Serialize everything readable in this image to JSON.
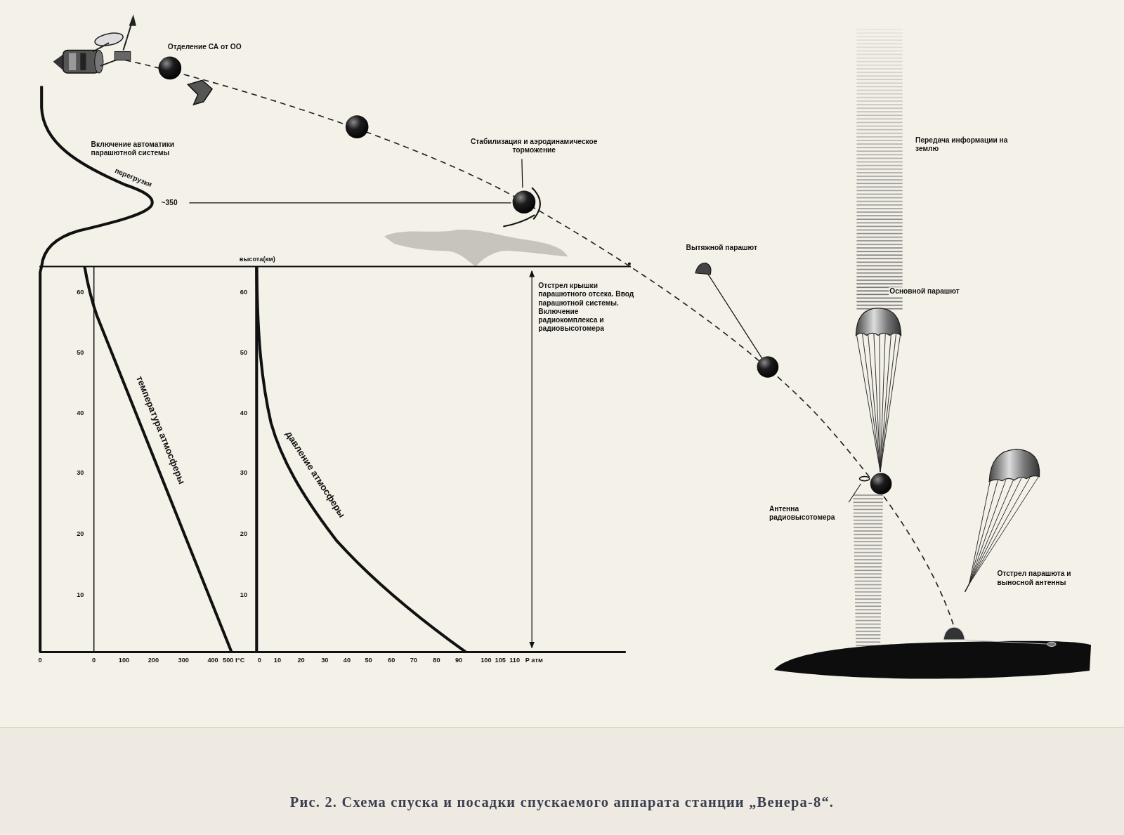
{
  "diagram": {
    "caption": "Рис. 2. Схема спуска и посадки спускаемого аппарата станции „Венера-8“.",
    "labels": [
      "Отделение СА от ОО",
      "Включение автоматики парашютной системы",
      "Стабилизация и аэродинамическое торможение",
      "Передача информации на землю",
      "перегрузки",
      "~350",
      "высота(км)",
      "Вытяжной парашют",
      "Отстрел крышки парашютного отсека. Ввод парашютной системы. Включение радиокомплекса и радиовысотомера",
      "Основной парашют",
      "60",
      "60",
      "50",
      "50",
      "40",
      "40",
      "30",
      "30",
      "20",
      "20",
      "10",
      "10",
      "температура атмосферы",
      "давление атмосферы",
      "Антенна радиовысотомера",
      "Отстрел парашюта и выносной антенны",
      "0",
      "0",
      "100",
      "200",
      "300",
      "400",
      "500 t°C",
      "0",
      "10",
      "20",
      "30",
      "40",
      "50",
      "60",
      "70",
      "80",
      "90",
      "100",
      "105",
      "110",
      "Р атм"
    ]
  }
}
